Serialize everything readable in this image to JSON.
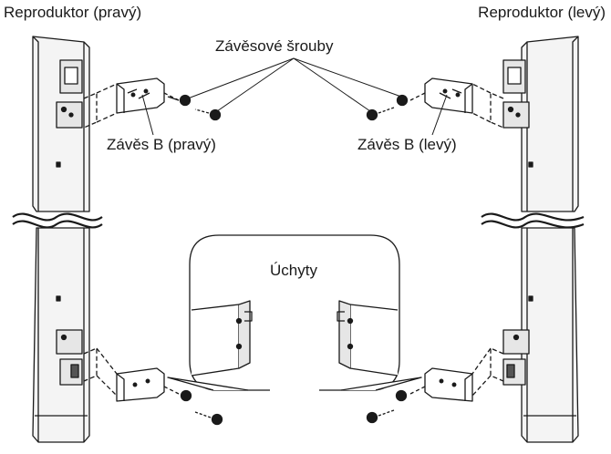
{
  "labels": {
    "speaker_right": "Reproduktor (pravý)",
    "speaker_left": "Reproduktor (levý)",
    "hinge_screws": "Závěsové šrouby",
    "hinge_b_right": "Závěs B (pravý)",
    "hinge_b_left": "Závěs B (levý)",
    "hooks": "Úchyty"
  },
  "colors": {
    "line": "#1a1a1a",
    "speaker_fill": "#f4f4f4",
    "panel_fill": "#e6e6e6",
    "detail_fill": "#ffffff"
  }
}
